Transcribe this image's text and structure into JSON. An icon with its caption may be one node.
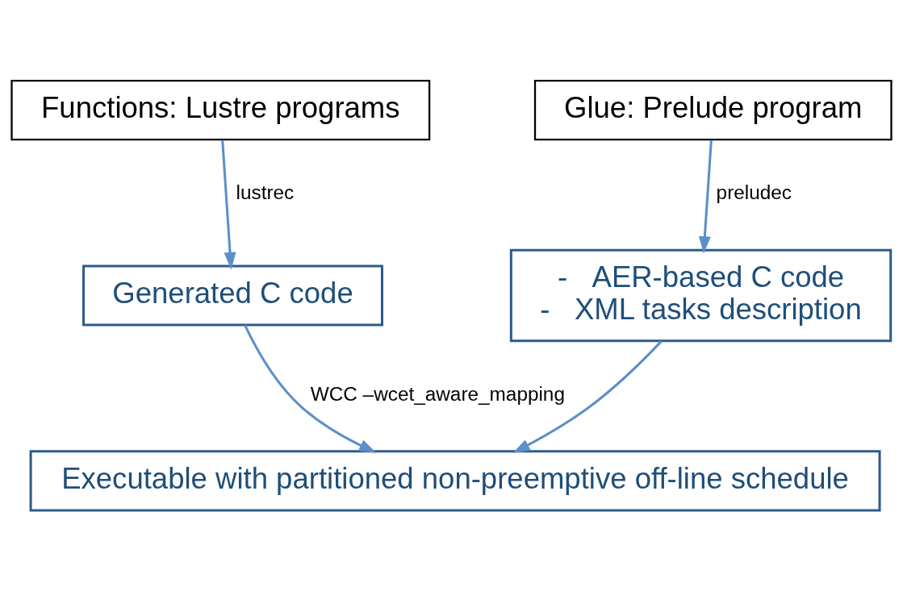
{
  "diagram": {
    "nodes": [
      {
        "text": [
          "Functions: Lustre programs"
        ]
      },
      {
        "text": [
          "Glue: Prelude program"
        ]
      },
      {
        "text": [
          "Generated C code"
        ]
      },
      {
        "text": [
          "-   AER-based C code",
          "-   XML tasks description"
        ]
      },
      {
        "text": [
          "Executable with partitioned non-preemptive off-line schedule"
        ]
      }
    ],
    "edges": [
      {
        "from": 0,
        "to": 2,
        "arrow": "to",
        "label": "lustrec"
      },
      {
        "from": 1,
        "to": 3,
        "arrow": "to",
        "label": "preludec"
      },
      {
        "from": 2,
        "to": 4,
        "arrow": "to",
        "label": "WCC –wcet_aware_mapping"
      },
      {
        "from": 3,
        "to": 4,
        "arrow": "to"
      }
    ]
  }
}
